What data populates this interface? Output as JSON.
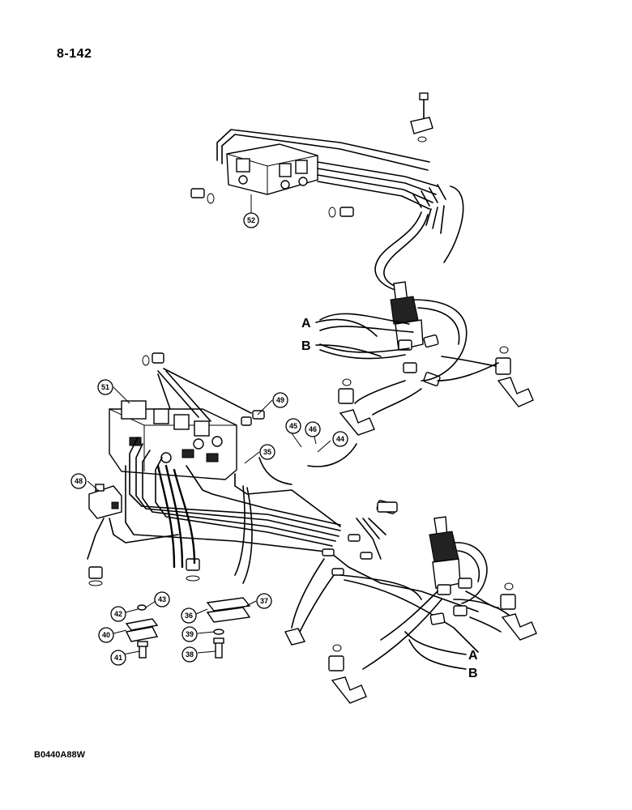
{
  "page": {
    "title": "8-142",
    "drawing_code": "B0440A88W"
  },
  "line_labels": {
    "a_left": "A",
    "b_left": "B",
    "a_right": "A",
    "b_right": "B"
  },
  "callouts": {
    "c52": "52",
    "c51": "51",
    "c49": "49",
    "c48": "48",
    "c45": "45",
    "c46": "46",
    "c44": "44",
    "c35": "35",
    "c42": "42",
    "c43": "43",
    "c40": "40",
    "c41": "41",
    "c36": "36",
    "c37": "37",
    "c39": "39",
    "c38": "38"
  }
}
